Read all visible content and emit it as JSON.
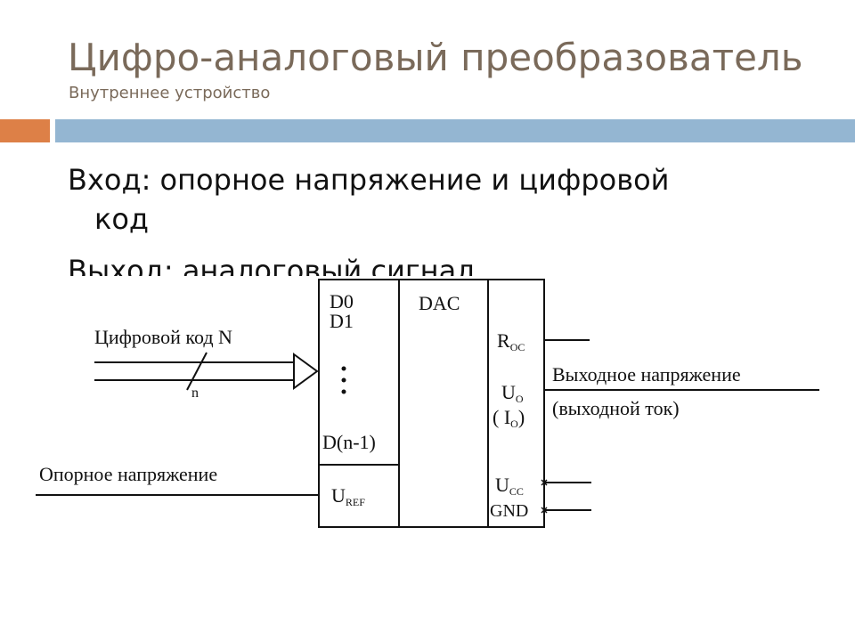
{
  "slide": {
    "title": "Цифро-аналоговый преобразователь",
    "subtitle": "Внутреннее устройство",
    "accent_orange": "#dd8047",
    "accent_blue": "#94b6d2",
    "title_color": "#7a6a5a"
  },
  "bullets": {
    "input_line1": "Вход: опорное напряжение и цифровой",
    "input_line2": "код",
    "output_line": "Выход: аналоговый сигнал"
  },
  "diagram": {
    "input_label": "Цифровой код N",
    "bus_width": "n",
    "ref_label": "Опорное напряжение",
    "pin_d0": "D0",
    "pin_d1": "D1",
    "pin_dots": "⋮",
    "pin_dn": "D(n-1)",
    "pin_uref_main": "U",
    "pin_uref_sub": "REF",
    "block_name": "DAC",
    "pin_roc_main": "R",
    "pin_roc_sub": "OC",
    "pin_uo_main": "U",
    "pin_uo_sub": "O",
    "pin_io_open": "( I",
    "pin_io_sub": "O",
    "pin_io_close": ")",
    "pin_ucc_main": "U",
    "pin_ucc_sub": "CC",
    "pin_gnd": "GND",
    "output_label_1": "Выходное напряжение",
    "output_label_2": "(выходной ток)"
  }
}
